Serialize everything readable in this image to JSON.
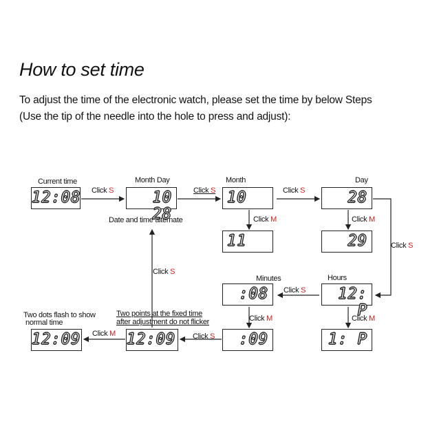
{
  "title": "How to set time",
  "intro": {
    "line1": "To adjust the time of the electronic watch, please set the time by below Steps",
    "line2": "(Use the tip of the needle into the hole to press and adjust):"
  },
  "click_word": "Click ",
  "button_s": "S",
  "button_m": "M",
  "labels": {
    "current_time": "Current time",
    "month_day": "Month  Day",
    "month": "Month",
    "day": "Day",
    "minutes": "Minutes",
    "hours": "Hours",
    "date_time_alternate": "Date and time alternate",
    "dots_flash_1": "Two dots flash to show",
    "dots_flash_2": "normal time",
    "fixed_time_1": "Two points at the fixed time",
    "fixed_time_2": "after adjustment do not flicker"
  },
  "displays": {
    "current_time": "12:08",
    "month_day": "10 28",
    "month": "10",
    "month_next": "11",
    "day": "28",
    "day_next": "29",
    "minutes": ":08",
    "hours": "12: P",
    "hours_next": "1: P",
    "minutes_next": ":09",
    "fixed_time": "12:09",
    "normal_time": "12:09"
  },
  "colors": {
    "accent": "#d32020",
    "ink": "#222222"
  }
}
